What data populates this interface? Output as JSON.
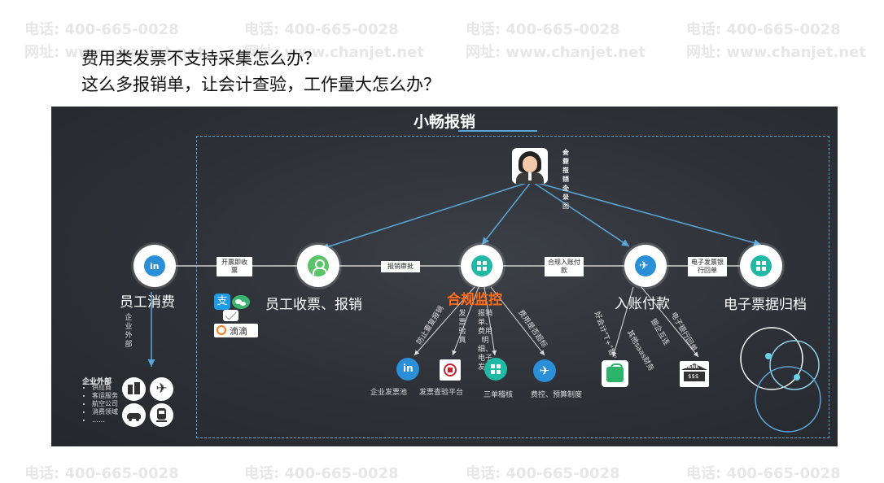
{
  "watermark": {
    "phone": "电话: 400-665-0028",
    "site": "网址: www.chanjet.net"
  },
  "heading": {
    "line1": "费用类发票不支持采集怎么办？",
    "line2": "这么多报销单，让会计查验，工作量大怎么办？"
  },
  "slide": {
    "brand": "小畅报销",
    "accountant": {
      "line1": "会计",
      "line2": "企业报销全景图",
      "line3": "全程在线办公"
    },
    "nodes": [
      {
        "label": "员工消费",
        "icon": "linkedin-icon"
      },
      {
        "label": "员工收票、报销",
        "icon": "user-icon"
      },
      {
        "label": "合规监控",
        "icon": "windows-icon"
      },
      {
        "label": "入账付款",
        "icon": "bird-icon"
      },
      {
        "label": "电子票据归档",
        "icon": "windows-icon"
      }
    ],
    "tags": [
      {
        "text": "开票即收票"
      },
      {
        "text": "报销审批"
      },
      {
        "text": "合规入账付款"
      },
      {
        "text": "电子发票银行回单"
      }
    ],
    "outside": "企业外部",
    "external": {
      "title": "企业外部",
      "items": [
        "供应商",
        "客运服务",
        "航空公司",
        "消费领域",
        "……"
      ]
    },
    "apps": {
      "alipay": "支",
      "didi": "滴滴"
    },
    "compliance_branches": [
      "防止重复报销",
      "发票验真",
      "报销单、费用明细、电子发票",
      "费用是否超标"
    ],
    "compliance_items": [
      "企业发票池",
      "发票查验平台",
      "三单稽核",
      "费控、预算制度"
    ],
    "payment_branches": [
      "好会计\"T+\"智\"",
      "其他saas财务",
      "银企互连",
      "电子银行回单"
    ],
    "bank_label": "BANK"
  },
  "colors": {
    "accent": "#5aa6d6",
    "highlight": "#ff6a1a",
    "slide_bg": "#2f3238"
  }
}
